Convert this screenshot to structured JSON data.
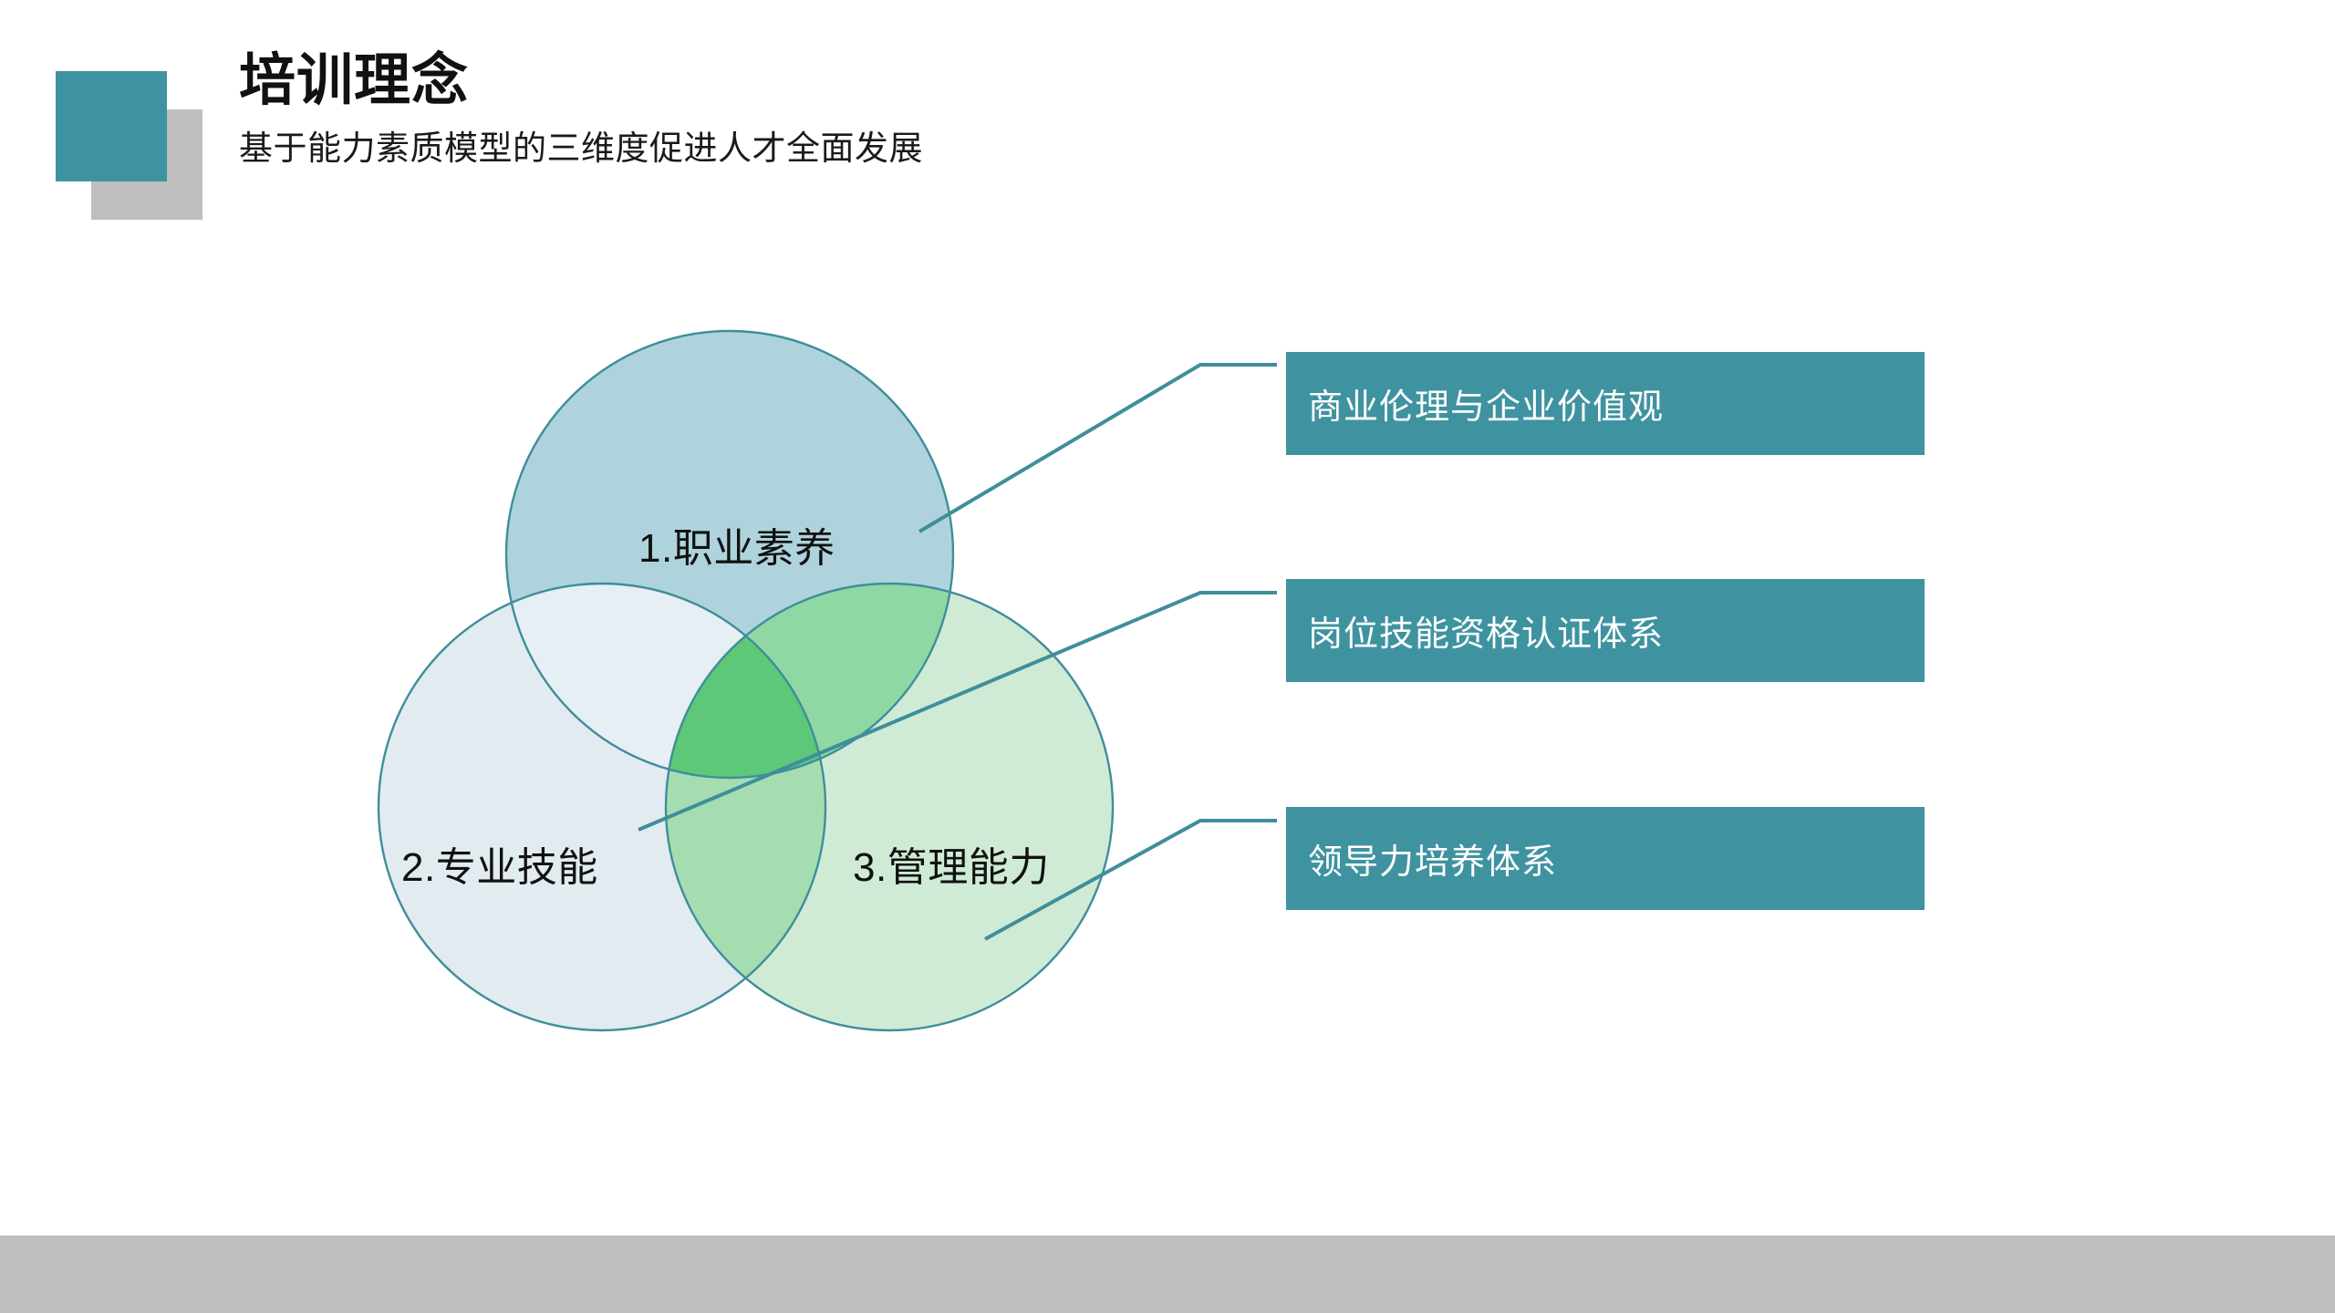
{
  "header": {
    "title": "培训理念",
    "subtitle": "基于能力素质模型的三维度促进人才全面发展"
  },
  "colors": {
    "accent_teal": "#3F93A0",
    "deco_gray": "#BFBFBF",
    "circle1_fill": "#AFD3DC",
    "circle2_fill": "#E1EBF0",
    "circle3_fill": "#CFEBD5",
    "overlap_12": "#E6EFF3",
    "overlap_13": "#8FD8A4",
    "overlap_23": "#A6DDB0",
    "overlap_123": "#5CC878",
    "circle_stroke": "#3F8E9B",
    "connector_line": "#3F8E9B",
    "box_fill": "#3F93A0",
    "box_text": "#FFFFFF",
    "bottom_bar": "#BFBFBF"
  },
  "venn": {
    "circles": [
      {
        "id": "circle-1",
        "label": "1.职业素养"
      },
      {
        "id": "circle-2",
        "label": "2.专业技能"
      },
      {
        "id": "circle-3",
        "label": "3.管理能力"
      }
    ]
  },
  "callouts": [
    {
      "id": "callout-0",
      "label": "商业伦理与企业价值观"
    },
    {
      "id": "callout-1",
      "label": "岗位技能资格认证体系"
    },
    {
      "id": "callout-2",
      "label": "领导力培养体系"
    }
  ]
}
